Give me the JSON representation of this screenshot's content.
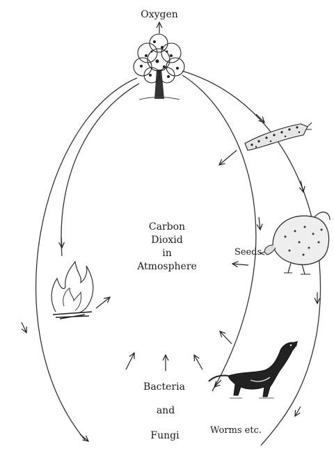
{
  "labels": {
    "oxygen": "Oxygen",
    "center": [
      "Carbon",
      "Dioxid",
      "in",
      "Atmosphere"
    ],
    "seeds": "Seeds",
    "bacteria": [
      "Bacteria",
      "and",
      "Fungi"
    ],
    "worms": "Worms etc."
  },
  "organisms": [
    "tree-icon",
    "caterpillar-icon",
    "hen-icon",
    "weasel-icon",
    "fire-icon"
  ],
  "colors": {
    "ink": "#222222",
    "paper": "#ffffff"
  }
}
